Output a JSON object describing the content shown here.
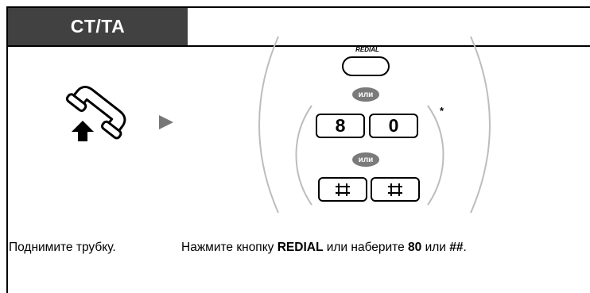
{
  "header": {
    "title": "CT/TA"
  },
  "steps": {
    "redial_key_label": "REDIAL",
    "or_badge_1": "или",
    "or_badge_2": "или",
    "key_8": "8",
    "key_0": "0",
    "asterisk": "*"
  },
  "captions": {
    "step1": "Поднимите трубку.",
    "step2_prefix": "Нажмите кнопку ",
    "step2_redial": "REDIAL",
    "step2_mid": " или наберите ",
    "step2_80": "80",
    "step2_or": " или ",
    "step2_hash": "##",
    "step2_end": "."
  },
  "icons": {
    "handset": "handset-off-hook-icon",
    "arrow": "play-arrow-icon",
    "hash": "hash-key-icon"
  },
  "colors": {
    "header_bg": "#414141",
    "or_badge": "#7a7a7a",
    "bracket": "#bdbdbd",
    "arrow": "#777777"
  }
}
